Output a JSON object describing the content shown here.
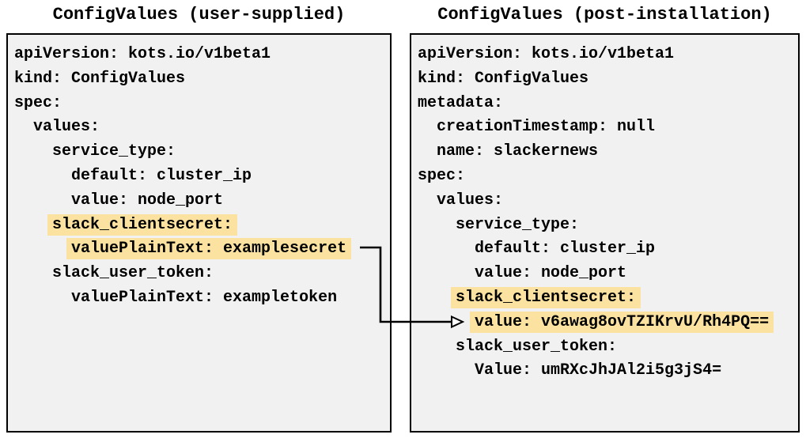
{
  "colors": {
    "highlight": "#FBE2A0",
    "box_background": "#F1F1F1",
    "box_border": "#000000",
    "text": "#000000",
    "arrow": "#000000"
  },
  "left_panel": {
    "title": "ConfigValues (user-supplied)",
    "lines": [
      {
        "indent": "",
        "text": "apiVersion: kots.io/v1beta1",
        "highlighted": false
      },
      {
        "indent": "",
        "text": "kind: ConfigValues",
        "highlighted": false
      },
      {
        "indent": "",
        "text": "spec:",
        "highlighted": false
      },
      {
        "indent": "  ",
        "text": "values:",
        "highlighted": false
      },
      {
        "indent": "    ",
        "text": "service_type:",
        "highlighted": false
      },
      {
        "indent": "      ",
        "text": "default: cluster_ip",
        "highlighted": false
      },
      {
        "indent": "      ",
        "text": "value: node_port",
        "highlighted": false
      },
      {
        "indent": "    ",
        "text": "slack_clientsecret:",
        "highlighted": true
      },
      {
        "indent": "      ",
        "text": "valuePlainText: examplesecret",
        "highlighted": true
      },
      {
        "indent": "    ",
        "text": "slack_user_token:",
        "highlighted": false
      },
      {
        "indent": "      ",
        "text": "valuePlainText: exampletoken",
        "highlighted": false
      }
    ]
  },
  "right_panel": {
    "title": "ConfigValues (post-installation)",
    "lines": [
      {
        "indent": "",
        "text": "apiVersion: kots.io/v1beta1",
        "highlighted": false
      },
      {
        "indent": "",
        "text": "kind: ConfigValues",
        "highlighted": false
      },
      {
        "indent": "",
        "text": "metadata:",
        "highlighted": false
      },
      {
        "indent": "  ",
        "text": "creationTimestamp: null",
        "highlighted": false
      },
      {
        "indent": "  ",
        "text": "name: slackernews",
        "highlighted": false
      },
      {
        "indent": "",
        "text": "spec:",
        "highlighted": false
      },
      {
        "indent": "  ",
        "text": "values:",
        "highlighted": false
      },
      {
        "indent": "    ",
        "text": "service_type:",
        "highlighted": false
      },
      {
        "indent": "      ",
        "text": "default: cluster_ip",
        "highlighted": false
      },
      {
        "indent": "      ",
        "text": "value: node_port",
        "highlighted": false
      },
      {
        "indent": "    ",
        "text": "slack_clientsecret:",
        "highlighted": true
      },
      {
        "indent": "      ",
        "text": "value: v6awag8ovTZIKrvU/Rh4PQ==",
        "highlighted": true
      },
      {
        "indent": "    ",
        "text": "slack_user_token:",
        "highlighted": false
      },
      {
        "indent": "      ",
        "text": "Value: umRXcJhJAl2i5g3jS4=",
        "highlighted": false
      }
    ]
  },
  "arrow": {
    "from": "valuePlainText: examplesecret",
    "to": "value: v6awag8ovTZIKrvU/Rh4PQ=="
  }
}
